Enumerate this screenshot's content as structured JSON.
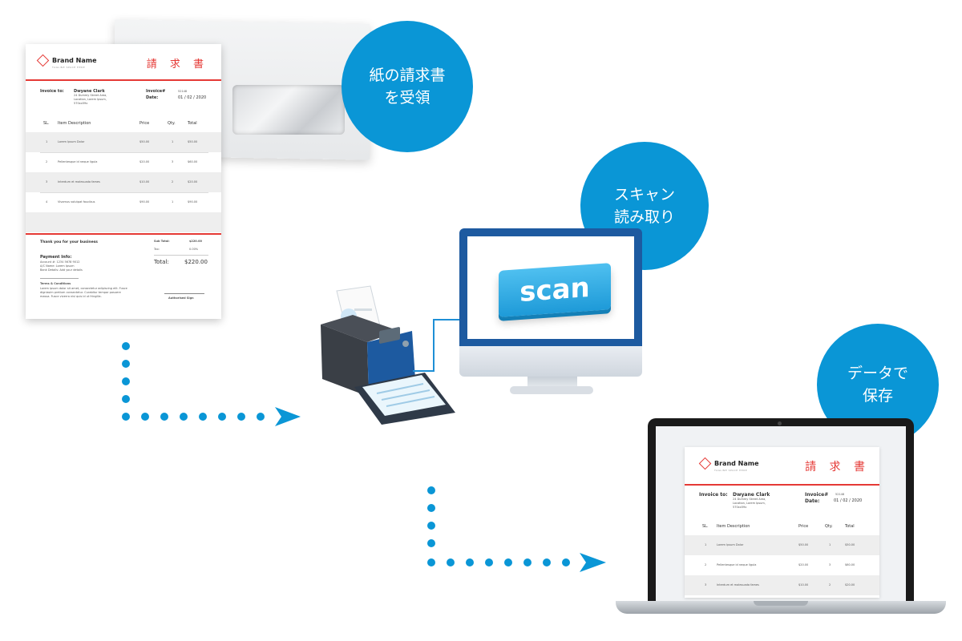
{
  "steps": [
    {
      "id": "receive",
      "line1": "紙の請求書",
      "line2": "を受領"
    },
    {
      "id": "scan",
      "line1": "スキャン",
      "line2": "読み取り"
    },
    {
      "id": "save",
      "line1": "データで",
      "line2": "保存"
    }
  ],
  "screen_button": "scan",
  "colors": {
    "accent": "#0a96d6",
    "invoice_red": "#e53935",
    "scanner_blue": "#1d5aa0"
  },
  "invoice": {
    "brand": "Brand Name",
    "tagline": "TAGLINE SPACE HERE",
    "title": "請 求 書",
    "invoice_to_label": "Invoice to:",
    "client_name": "Dwyane Clark",
    "client_address_1": "24 Dummy Street Area,",
    "client_address_2": "Location, Lorem Ipsum,",
    "client_address_3": "570xx59x",
    "invoice_no_label": "Invoice#",
    "invoice_no": "52148",
    "date_label": "Date:",
    "date": "01 / 02 / 2020",
    "headers": {
      "sl": "SL.",
      "desc": "Item Description",
      "price": "Price",
      "qty": "Qty.",
      "total": "Total"
    },
    "rows": [
      {
        "sl": "1",
        "desc": "Lorem Ipsum Dolor",
        "price": "$50.00",
        "qty": "1",
        "total": "$50.00"
      },
      {
        "sl": "2",
        "desc": "Pellentesque id neque ligula",
        "price": "$20.00",
        "qty": "3",
        "total": "$60.00"
      },
      {
        "sl": "3",
        "desc": "Interdum et malesuada fames",
        "price": "$10.00",
        "qty": "2",
        "total": "$20.00"
      },
      {
        "sl": "4",
        "desc": "Vivamus volutpat faucibus",
        "price": "$90.00",
        "qty": "1",
        "total": "$90.00"
      }
    ],
    "thanks": "Thank you for your business",
    "subtotal_label": "Sub Total:",
    "subtotal": "$220.00",
    "tax_label": "Tax:",
    "tax": "0.00%",
    "total_label": "Total:",
    "total": "$220.00",
    "payment_label": "Payment Info:",
    "account_line": "Account #:    1234 5678 9012",
    "ac_name_line": "A/C Name:    Lorem Ipsum",
    "bank_line": "Bank Details:    Add your details",
    "terms_label": "Terms & Conditions",
    "terms_1": "Lorem ipsum dolor sit amet, consectetur adipiscing elit. Fusce",
    "terms_2": "dignissim pretium consectetur. Curabitur tempor posuere",
    "terms_3": "massa. Fusce viverra nisl quis id ut fringilla.",
    "sign": "Authorised Sign"
  }
}
